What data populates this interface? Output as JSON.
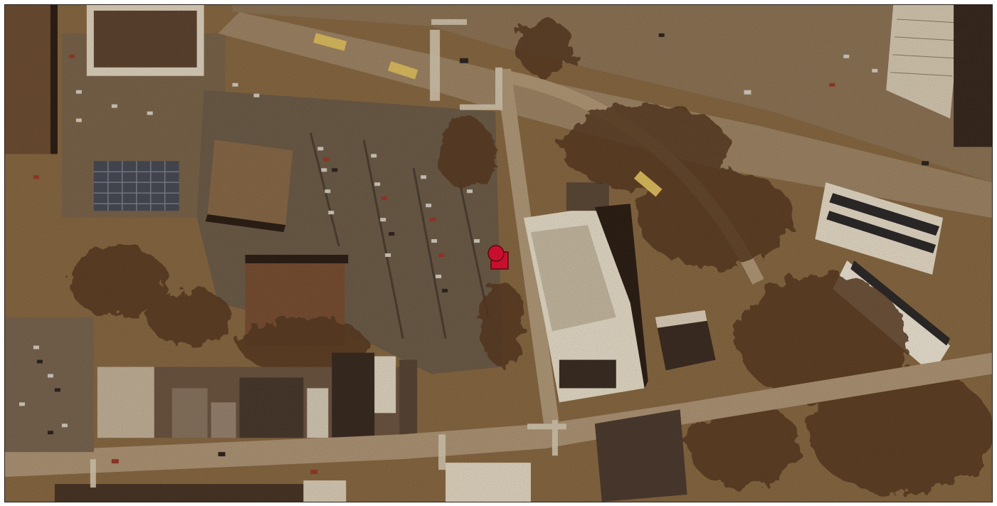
{
  "map": {
    "kind": "aerial-photograph",
    "colors": {
      "ground": "#8a6a43",
      "road": "#a08666",
      "pavement": "#9a8062",
      "lot": "#77654f",
      "roof_dark": "#4a3424",
      "roof_mid": "#7b5a3c",
      "roof_light": "#e8ddc8",
      "roof_white": "#f2ece0",
      "trees": "#5a3a22",
      "shadow": "#2e2016",
      "crosswalk": "#d9ccb4",
      "car_light": "#d8d0c4",
      "car_red": "#9a3a2a",
      "car_dark": "#2e2622",
      "bus_yellow": "#e0c060"
    },
    "markers": [
      {
        "name": "location-marker-circle",
        "shape": "circle",
        "color": "#c8102e"
      },
      {
        "name": "location-marker-square",
        "shape": "square",
        "color": "#c8102e"
      }
    ]
  }
}
